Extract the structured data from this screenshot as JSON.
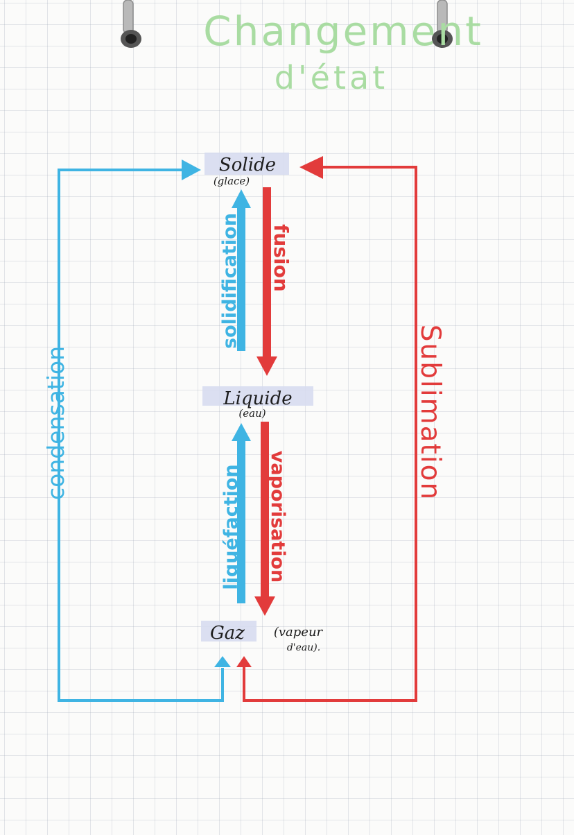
{
  "title": {
    "line1": "Changement",
    "line2": "d'état"
  },
  "colors": {
    "cooling": "#3fb4e3",
    "heating": "#e23b3b",
    "title": "#a9dca2",
    "highlight": "#d7dcef"
  },
  "states": {
    "solid": {
      "label": "Solide",
      "sub": "(glace)"
    },
    "liquid": {
      "label": "Liquide",
      "sub": "(eau)"
    },
    "gas": {
      "label": "Gaz",
      "sub_line1": "(vapeur",
      "sub_line2": "d'eau)."
    }
  },
  "processes": {
    "solidification": "solidification",
    "fusion": "fusion",
    "liquefaction": "liquéfaction",
    "vaporisation": "vaporisation",
    "condensation": "condensation",
    "sublimation": "Sublimation"
  }
}
